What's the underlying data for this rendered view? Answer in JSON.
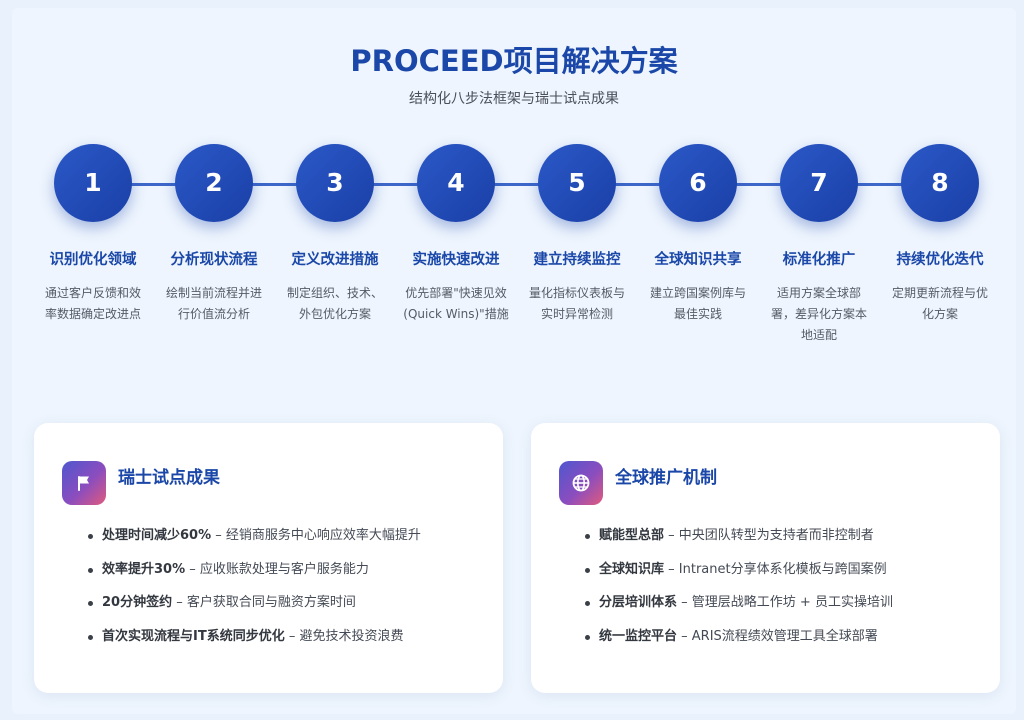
{
  "header": {
    "title": "PROCEED项目解决方案",
    "subtitle": "结构化八步法框架与瑞士试点成果"
  },
  "steps": [
    {
      "number": "1",
      "title": "识别优化领域",
      "desc": "通过客户反馈和效率数据确定改进点"
    },
    {
      "number": "2",
      "title": "分析现状流程",
      "desc": "绘制当前流程并进行价值流分析"
    },
    {
      "number": "3",
      "title": "定义改进措施",
      "desc": "制定组织、技术、外包优化方案"
    },
    {
      "number": "4",
      "title": "实施快速改进",
      "desc": "优先部署\"快速见效(Quick Wins)\"措施"
    },
    {
      "number": "5",
      "title": "建立持续监控",
      "desc": "量化指标仪表板与实时异常检测"
    },
    {
      "number": "6",
      "title": "全球知识共享",
      "desc": "建立跨国案例库与最佳实践"
    },
    {
      "number": "7",
      "title": "标准化推广",
      "desc": "适用方案全球部署，差异化方案本地适配"
    },
    {
      "number": "8",
      "title": "持续优化迭代",
      "desc": "定期更新流程与优化方案"
    }
  ],
  "cards": {
    "pilot": {
      "icon": "flag-icon",
      "title": "瑞士试点成果",
      "items": [
        {
          "bold": "处理时间减少60%",
          "text": " – 经销商服务中心响应效率大幅提升"
        },
        {
          "bold": "效率提升30%",
          "text": " – 应收账款处理与客户服务能力"
        },
        {
          "bold": "20分钟签约",
          "text": " – 客户获取合同与融资方案时间"
        },
        {
          "bold": "首次实现流程与IT系统同步优化",
          "text": " – 避免技术投资浪费"
        }
      ]
    },
    "global": {
      "icon": "globe-icon",
      "title": "全球推广机制",
      "items": [
        {
          "bold": "赋能型总部",
          "text": " – 中央团队转型为支持者而非控制者"
        },
        {
          "bold": "全球知识库",
          "text": " – Intranet分享体系化模板与跨国案例"
        },
        {
          "bold": "分层培训体系",
          "text": " – 管理层战略工作坊 + 员工实操培训"
        },
        {
          "bold": "统一监控平台",
          "text": " – ARIS流程绩效管理工具全球部署"
        }
      ]
    }
  },
  "colors": {
    "primary": "#1a47a8",
    "circle": "#2250bb",
    "icon_gradient_start": "#4f57cf",
    "icon_gradient_end": "#e05a7d"
  }
}
